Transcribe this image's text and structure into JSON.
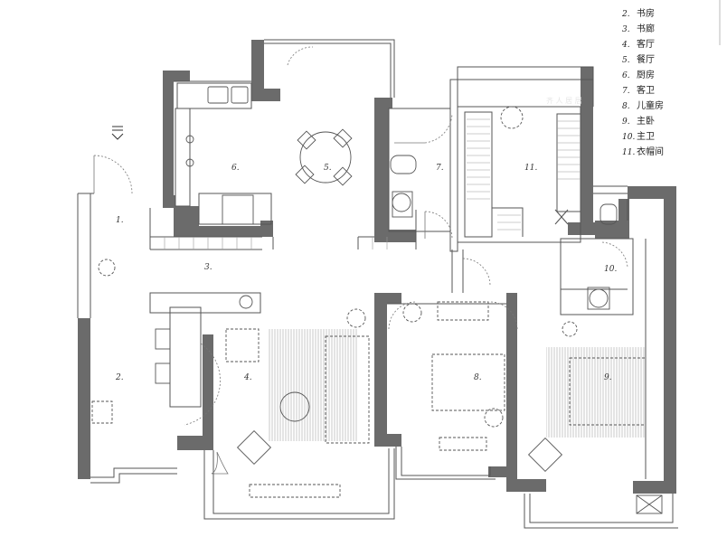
{
  "legend": [
    {
      "num": "2.",
      "label": "书房"
    },
    {
      "num": "3.",
      "label": "书廊"
    },
    {
      "num": "4.",
      "label": "客厅"
    },
    {
      "num": "5.",
      "label": "餐厅"
    },
    {
      "num": "6.",
      "label": "厨房"
    },
    {
      "num": "7.",
      "label": "客卫"
    },
    {
      "num": "8.",
      "label": "儿童房"
    },
    {
      "num": "9.",
      "label": "主卧"
    },
    {
      "num": "10.",
      "label": "主卫"
    },
    {
      "num": "11.",
      "label": "衣帽间"
    }
  ],
  "rooms": {
    "r1": "1.",
    "r2": "2.",
    "r3": "3.",
    "r4": "4.",
    "r5": "5.",
    "r6": "6.",
    "r7": "7.",
    "r8": "8.",
    "r9": "9.",
    "r10": "10.",
    "r11": "11."
  },
  "watermark": "齐 人 居 居",
  "colors": {
    "wall": "#6b6b6b",
    "line": "#555555"
  }
}
